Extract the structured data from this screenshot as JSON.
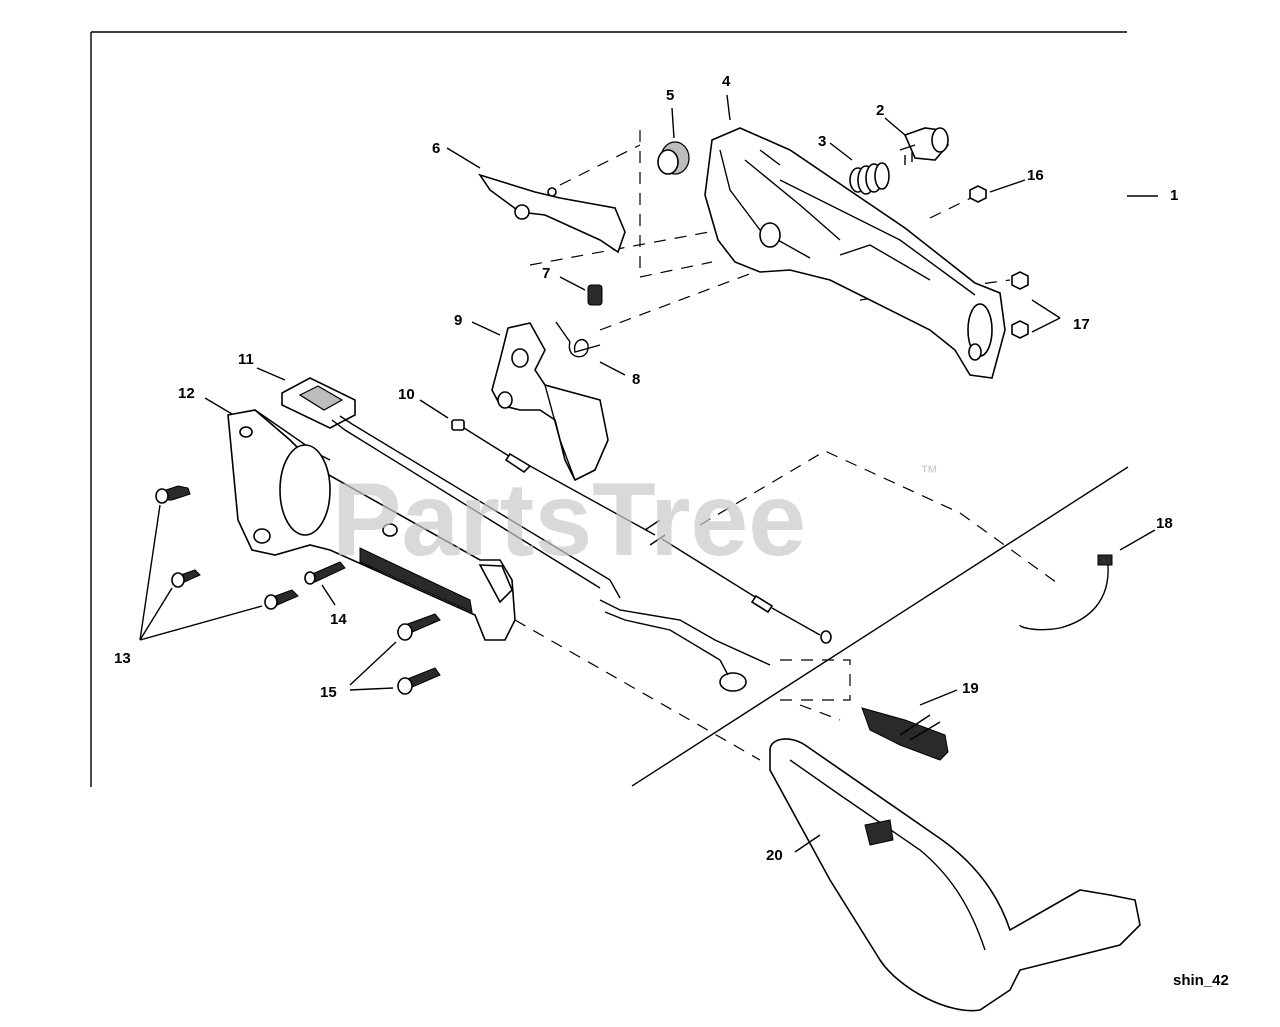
{
  "watermark": {
    "text": "PartsTree",
    "trademark": "™"
  },
  "diagram_ref": "shin_42",
  "callouts": [
    "1",
    "2",
    "3",
    "4",
    "5",
    "6",
    "7",
    "8",
    "9",
    "10",
    "11",
    "12",
    "13",
    "14",
    "15",
    "16",
    "17",
    "18",
    "19",
    "20"
  ],
  "colors": {
    "ink": "#000000",
    "watermark": "#c9c9c9",
    "shade": "#bdbdbd"
  }
}
